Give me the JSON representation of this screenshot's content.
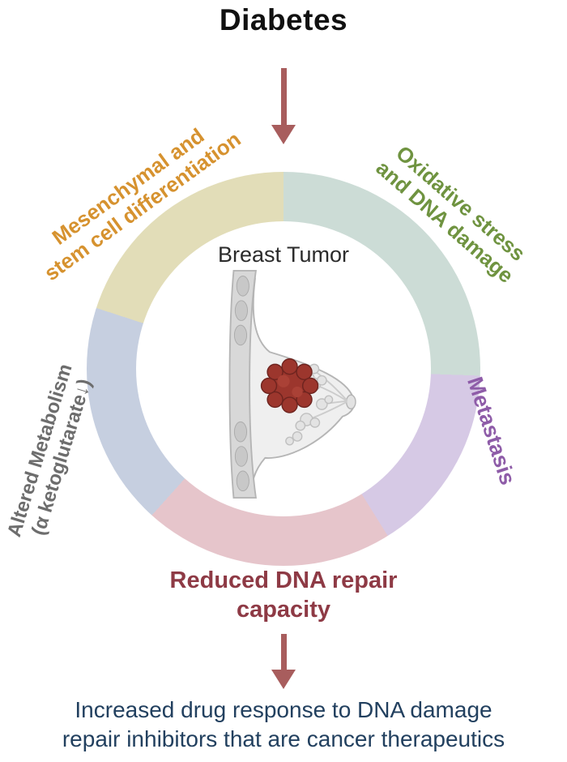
{
  "title": "Diabetes",
  "diagram": {
    "center_label": "Breast Tumor",
    "labels": {
      "mesenchymal": {
        "line1": "Mesenchymal and",
        "line2": "stem cell differentiation"
      },
      "oxidative": {
        "line1": "Oxidative stress",
        "line2": "and DNA damage"
      },
      "metabolism": {
        "line1": "Altered Metabolism",
        "line2": "(α ketoglutarate↓)"
      },
      "metastasis": "Metastasis",
      "dna_repair": {
        "line1": "Reduced DNA repair",
        "line2": "capacity"
      }
    },
    "outcome": {
      "line1": "Increased drug response to DNA damage",
      "line2": "repair inhibitors that are cancer therapeutics"
    }
  },
  "colors": {
    "ring-yellow": "#e2ddb8",
    "ring-teal": "#ccdcd6",
    "ring-purple": "#d6c9e5",
    "ring-pink": "#e6c5cb",
    "ring-blue": "#c6cfe0",
    "label-orange": "#d6922f",
    "label-green": "#6f9340",
    "label-gray": "#6d6d6d",
    "label-purple": "#8e5ca8",
    "label-darkred": "#8e3a45",
    "arrow": "#a85d5d",
    "outcome-navy": "#22405f",
    "title-black": "#111111"
  }
}
